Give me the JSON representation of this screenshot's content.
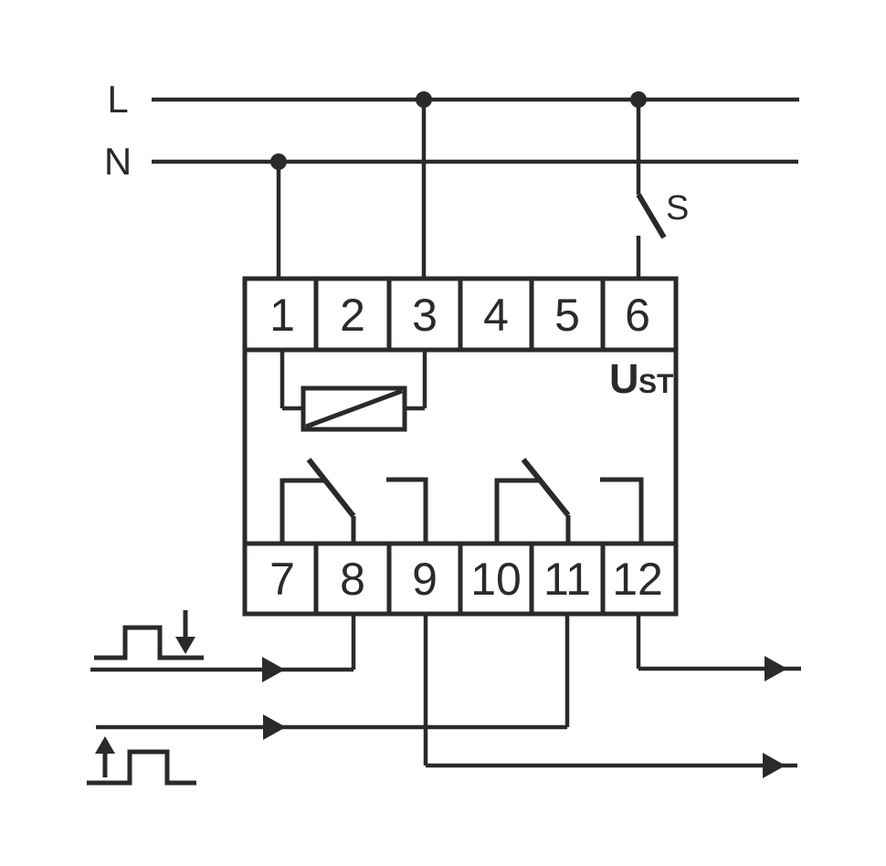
{
  "labels": {
    "phase": "L",
    "neutral": "N",
    "switch": "S",
    "ust_main": "U",
    "ust_sub": "ST"
  },
  "terminals": {
    "top": [
      "1",
      "2",
      "3",
      "4",
      "5",
      "6"
    ],
    "bottom": [
      "7",
      "8",
      "9",
      "10",
      "11",
      "12"
    ]
  },
  "colors": {
    "stroke": "#2b2a29",
    "background": "#ffffff"
  },
  "icons": {
    "junction_dot": "filled-circle",
    "flow_arrow": "solid-right-triangle",
    "falling_edge_symbol": "pulse-with-down-arrow",
    "rising_edge_symbol": "pulse-with-up-arrow",
    "varistor": "rect-with-diagonal",
    "relay_contact": "changeover-contact"
  }
}
